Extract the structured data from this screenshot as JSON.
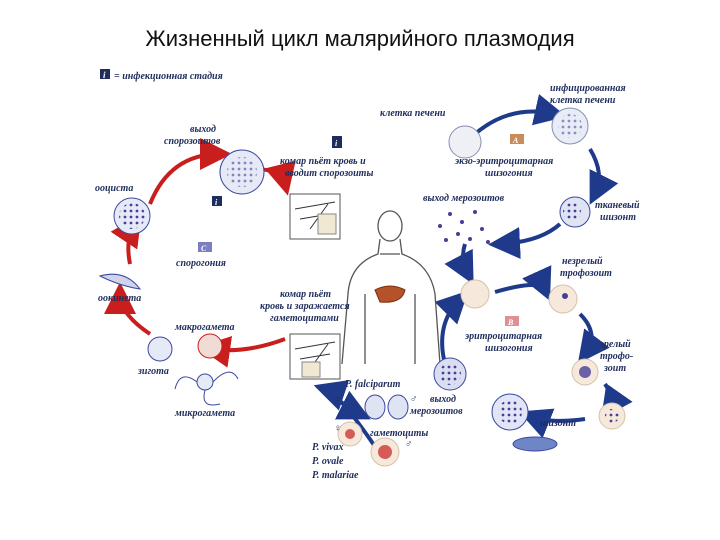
{
  "slide": {
    "title": "Жизненный цикл малярийного плазмодия"
  },
  "legend": {
    "badge": "i",
    "text": "= инфекционная стадия"
  },
  "colors": {
    "cycle_blue": "#1f3a8a",
    "cycle_red": "#c81e1e",
    "cell_purple": "#5a4aa8",
    "cell_fill": "#f6e9dc"
  },
  "stage_badges": {
    "a": "A",
    "b": "B",
    "c": "C",
    "infect": "i"
  },
  "labels": {
    "liver_cell": "клетка печени",
    "infected_liver_cell_1": "инфицированная",
    "infected_liver_cell_2": "клетка печени",
    "exo_1": "экзо-эритроцитарная",
    "exo_2": "шизогония",
    "tissue_schizont_1": "тканевый",
    "tissue_schizont_2": "шизонт",
    "merozoite_release": "выход мерозоитов",
    "immature_troph_1": "незрелый",
    "immature_troph_2": "трофозоит",
    "erythro_1": "эритроцитарная",
    "erythro_2": "шизогония",
    "mature_troph_1": "зрелый",
    "mature_troph_2": "трофо-",
    "mature_troph_3": "зоит",
    "schizont": "шизонт",
    "merozoite_release2_1": "выход",
    "merozoite_release2_2": "мерозоитов",
    "gametocytes": "гаметоциты",
    "p_falciparum": "P. falciparum",
    "p_vivax": "P. vivax",
    "p_ovale": "P. ovale",
    "p_malariae": "P. malariae",
    "mosquito_bite_1_1": "комар пьёт кровь и",
    "mosquito_bite_1_2": "вводит спорозоиты",
    "mosquito_bite_2_1": "комар пьёт",
    "mosquito_bite_2_2": "кровь и заражается",
    "mosquito_bite_2_3": "гаметоцитами",
    "sporozoite_release_1": "выход",
    "sporozoite_release_2": "спорозоитов",
    "oocyst": "ооциста",
    "sporogony": "спорогония",
    "ookinete": "оокинета",
    "macrogamete": "макрогамета",
    "zygote": "зигота",
    "microgamete": "микрогамета",
    "female_symbol": "♀",
    "male_symbol": "♂"
  }
}
